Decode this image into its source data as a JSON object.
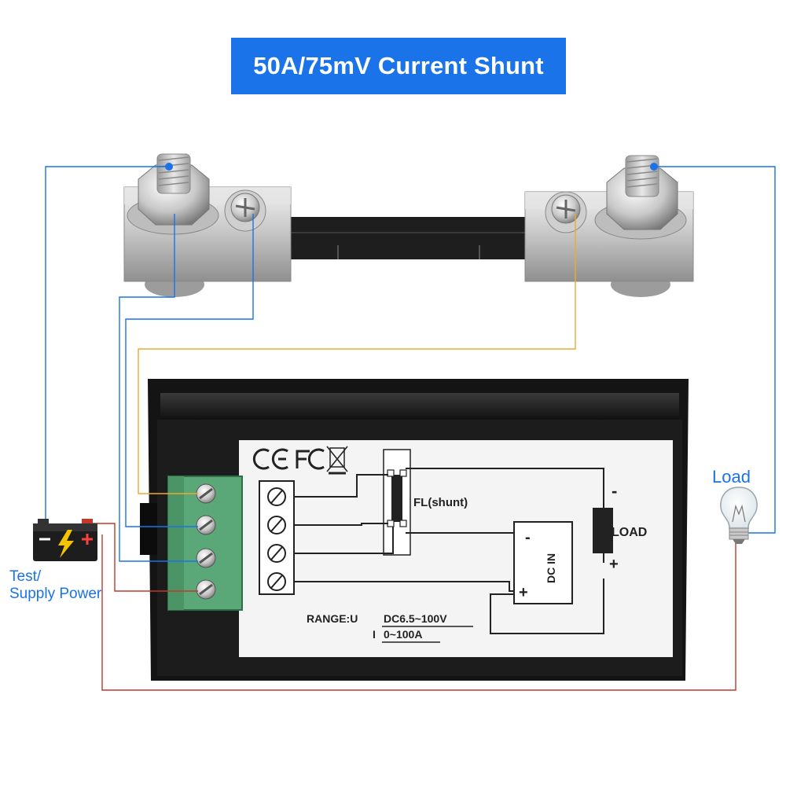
{
  "title": "50A/75mV Current Shunt",
  "labels": {
    "load_bulb": "Load",
    "supply_line1": "Test/",
    "supply_line2": "Supply Power"
  },
  "panel": {
    "certifications": "C E FC",
    "shunt_label": "FL(shunt)",
    "load_label": "LOAD",
    "dc_in_label": "DC IN",
    "minus": "-",
    "plus": "+",
    "range_prefix": "RANGE:U",
    "range_voltage": "DC6.5~100V",
    "range_current_prefix": "I",
    "range_current": "0~100A"
  },
  "colors": {
    "banner": "#1a73e8",
    "wire_blue": "#1a73e8",
    "wire_red": "#c0392b",
    "wire_orange": "#f0a830",
    "terminal_green": "#5aa878",
    "label_blue": "#1a73e8"
  },
  "icons": {
    "battery": "battery-icon",
    "bulb": "light-bulb-icon",
    "lightning": "lightning-icon"
  }
}
